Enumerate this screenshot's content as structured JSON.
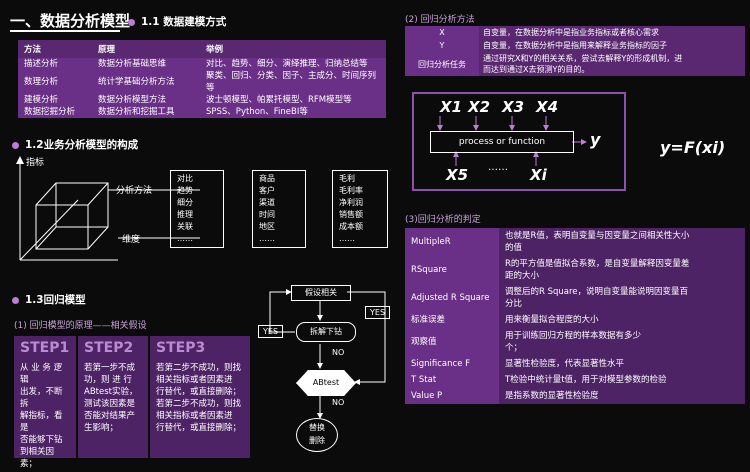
{
  "title": "一、数据分析模型",
  "s11": {
    "title": "1.1 数据建模方式",
    "headers": [
      "方法",
      "原理",
      "举例"
    ],
    "rows": [
      [
        "描述分析",
        "数据分析基础思维",
        "对比、趋势、细分、演绎推理、归纳总结等"
      ],
      [
        "数理分析",
        "统计学基础分析方法",
        "聚类、回归、分类、因子、主成分、时间序列等"
      ],
      [
        "建模分析",
        "数据分析模型方法",
        "波士顿模型、帕累托模型、RFM模型等"
      ],
      [
        "数据挖掘分析",
        "数据分析和挖掘工具",
        "SPSS、Python、FineBI等"
      ]
    ]
  },
  "s12": {
    "title": "1.2业务分析模型的构成",
    "y_label": "指标",
    "method_label": "分析方法",
    "dim_label": "维度",
    "col1": [
      "对比",
      "趋势",
      "细分",
      "推理",
      "关联",
      "……"
    ],
    "col2": [
      "商品",
      "客户",
      "渠道",
      "时间",
      "地区",
      "……"
    ],
    "col3": [
      "毛利",
      "毛利率",
      "净利润",
      "销售额",
      "成本额",
      "……"
    ]
  },
  "s13": {
    "title": "1.3回归模型",
    "sub": "(1) 回归模型的原理——相关假设",
    "steps": [
      {
        "title": "STEP1",
        "body": [
          "从 业 务 逻 辑",
          "出发，不断拆",
          "解指标，看是",
          "否能够下钻",
          "到相关因素；"
        ]
      },
      {
        "title": "STEP2",
        "body": [
          "若第一步不成",
          "功，则 进 行",
          "ABtest实验，",
          "测试该因素是",
          "否能对结果产",
          "生影响；"
        ]
      },
      {
        "title": "STEP3",
        "body": [
          "若第二步不成功，则找",
          "相关指标或者因素进",
          "行替代，或直接删除；",
          "若第二步不成功，则找",
          "相关指标或者因素进",
          "行替代，或直接删除；"
        ]
      }
    ],
    "flow": {
      "n1": "假设相关",
      "n2": "拆解下钻",
      "n3": "ABtest",
      "n4a": "替换",
      "n4b": "删除",
      "yes": "YES",
      "no": "NO"
    }
  },
  "s2": {
    "title": "(2) 回归分析方法",
    "rows": [
      {
        "k": "X",
        "v": [
          "自变量，在数据分析中是指业务指标或者核心需求"
        ]
      },
      {
        "k": "Y",
        "v": [
          "自变量，在数据分析中是指用来解释业务指标的因子"
        ]
      },
      {
        "k": "回归分析任务",
        "v": [
          "通过研究X和Y的相关关系，尝试去解释Y的形成机制，进",
          "而达到通过X去预测Y的目的。"
        ]
      }
    ],
    "process": "process or function",
    "inputs_top": [
      "X1",
      "X2",
      "X3",
      "X4"
    ],
    "inputs_bottom": [
      "X5",
      "Xi"
    ],
    "dots": "……",
    "output": "y",
    "formula": "y=F(xi)"
  },
  "s3": {
    "title": "(3)回归分析的判定",
    "rows": [
      {
        "k": "MultipleR",
        "v": [
          "也就是R值，表明自变量与因变量之间相关性大小",
          "的值"
        ]
      },
      {
        "k": "RSquare",
        "v": [
          "R的平方值是值拟合系数，是自变量解释因变量差",
          "距的大小"
        ]
      },
      {
        "k": "Adjusted R Square",
        "v": [
          "调整后的R    Square，说明自变量能说明因变量百",
          "分比"
        ]
      },
      {
        "k": "标准误差",
        "v": [
          "用来衡量拟合程度的大小"
        ]
      },
      {
        "k": "观察值",
        "v": [
          "用于训练回归方程的样本数据有多少",
          "个；"
        ]
      },
      {
        "k": "Significance F",
        "v": [
          "显著性检验度，代表显著性水平"
        ]
      },
      {
        "k": "T Stat",
        "v": [
          "T检验中统计量t值，用于对模型参数的检验"
        ]
      },
      {
        "k": "Value P",
        "v": [
          "是指系数的显著性检验度"
        ]
      }
    ]
  }
}
